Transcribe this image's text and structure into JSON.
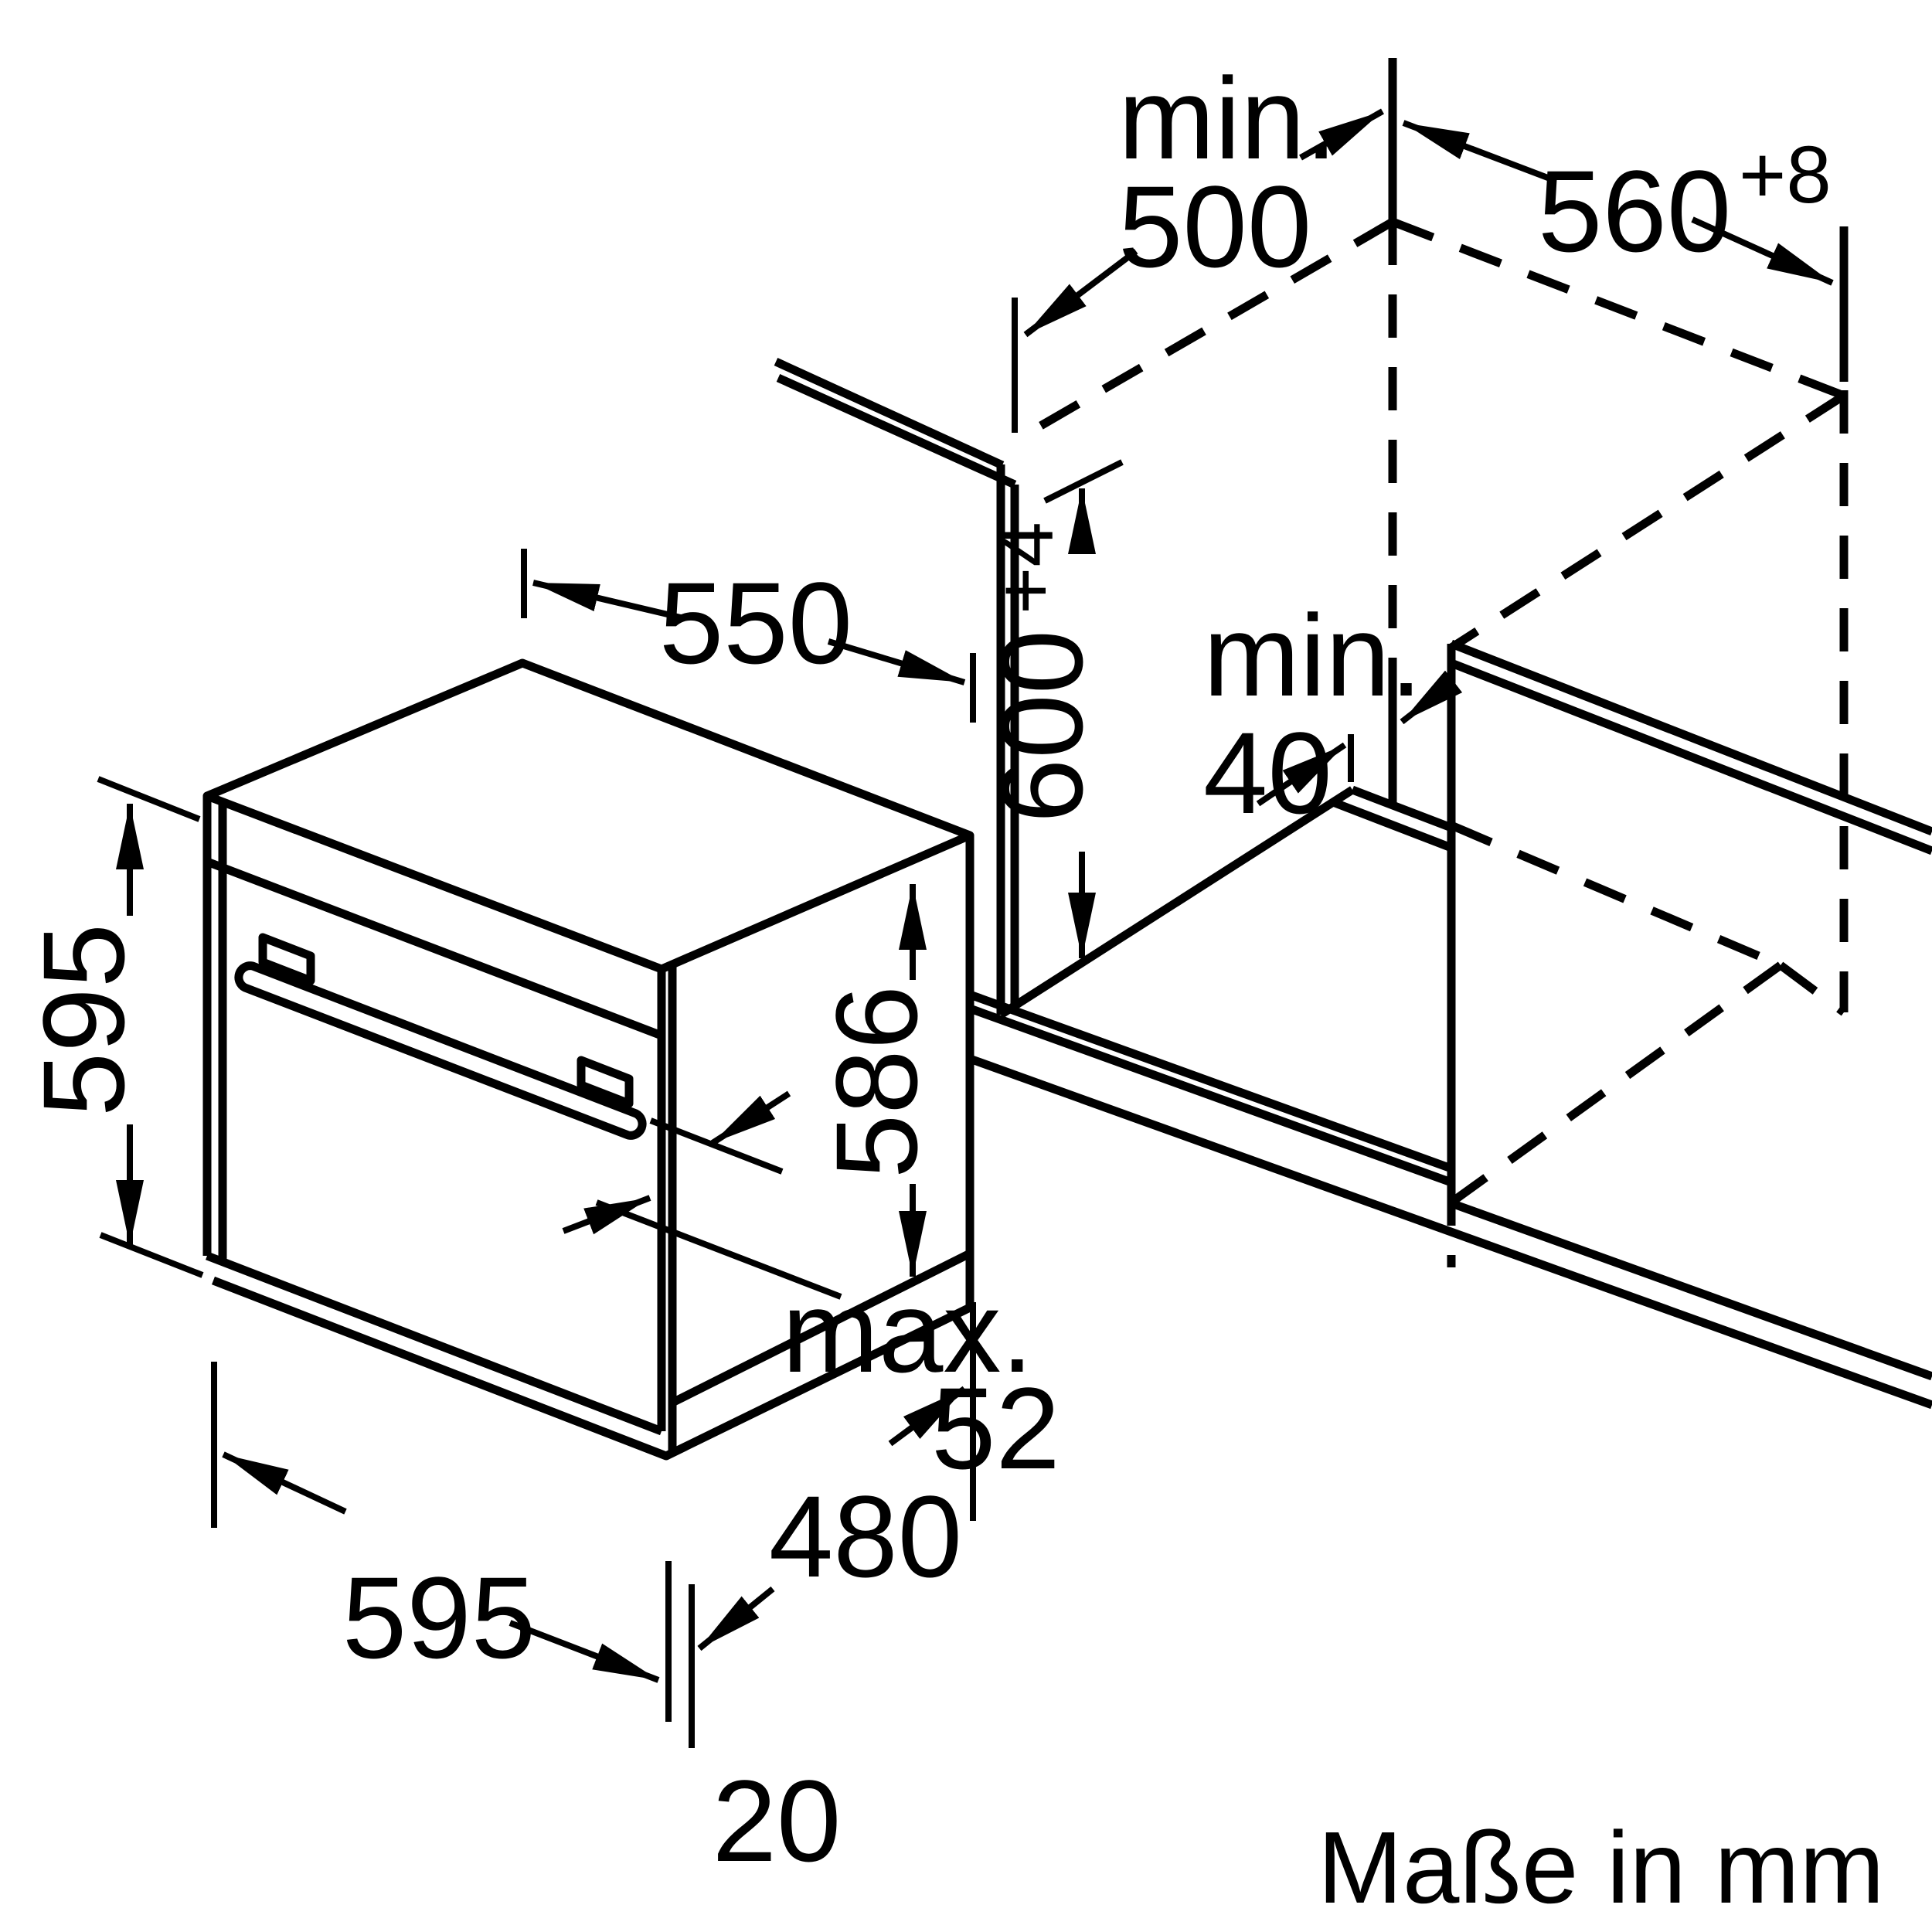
{
  "diagram_type": "installation-drawing",
  "units_note": "Maße in mm",
  "colors": {
    "line": "#000000",
    "background": "#ffffff"
  },
  "oven": {
    "height": "595",
    "top_depth": "550",
    "side_height": "586",
    "protrusion_prefix": "max.",
    "protrusion_value": "52",
    "width": "595",
    "bottom_depth": "480",
    "door_overhang": "20"
  },
  "niche": {
    "clearance_prefix": "min.",
    "clearance_value": "500",
    "width": "560",
    "width_tolerance": "+8",
    "height": "600",
    "height_tolerance": "+4",
    "gap_prefix": "min.",
    "gap_value": "40"
  }
}
